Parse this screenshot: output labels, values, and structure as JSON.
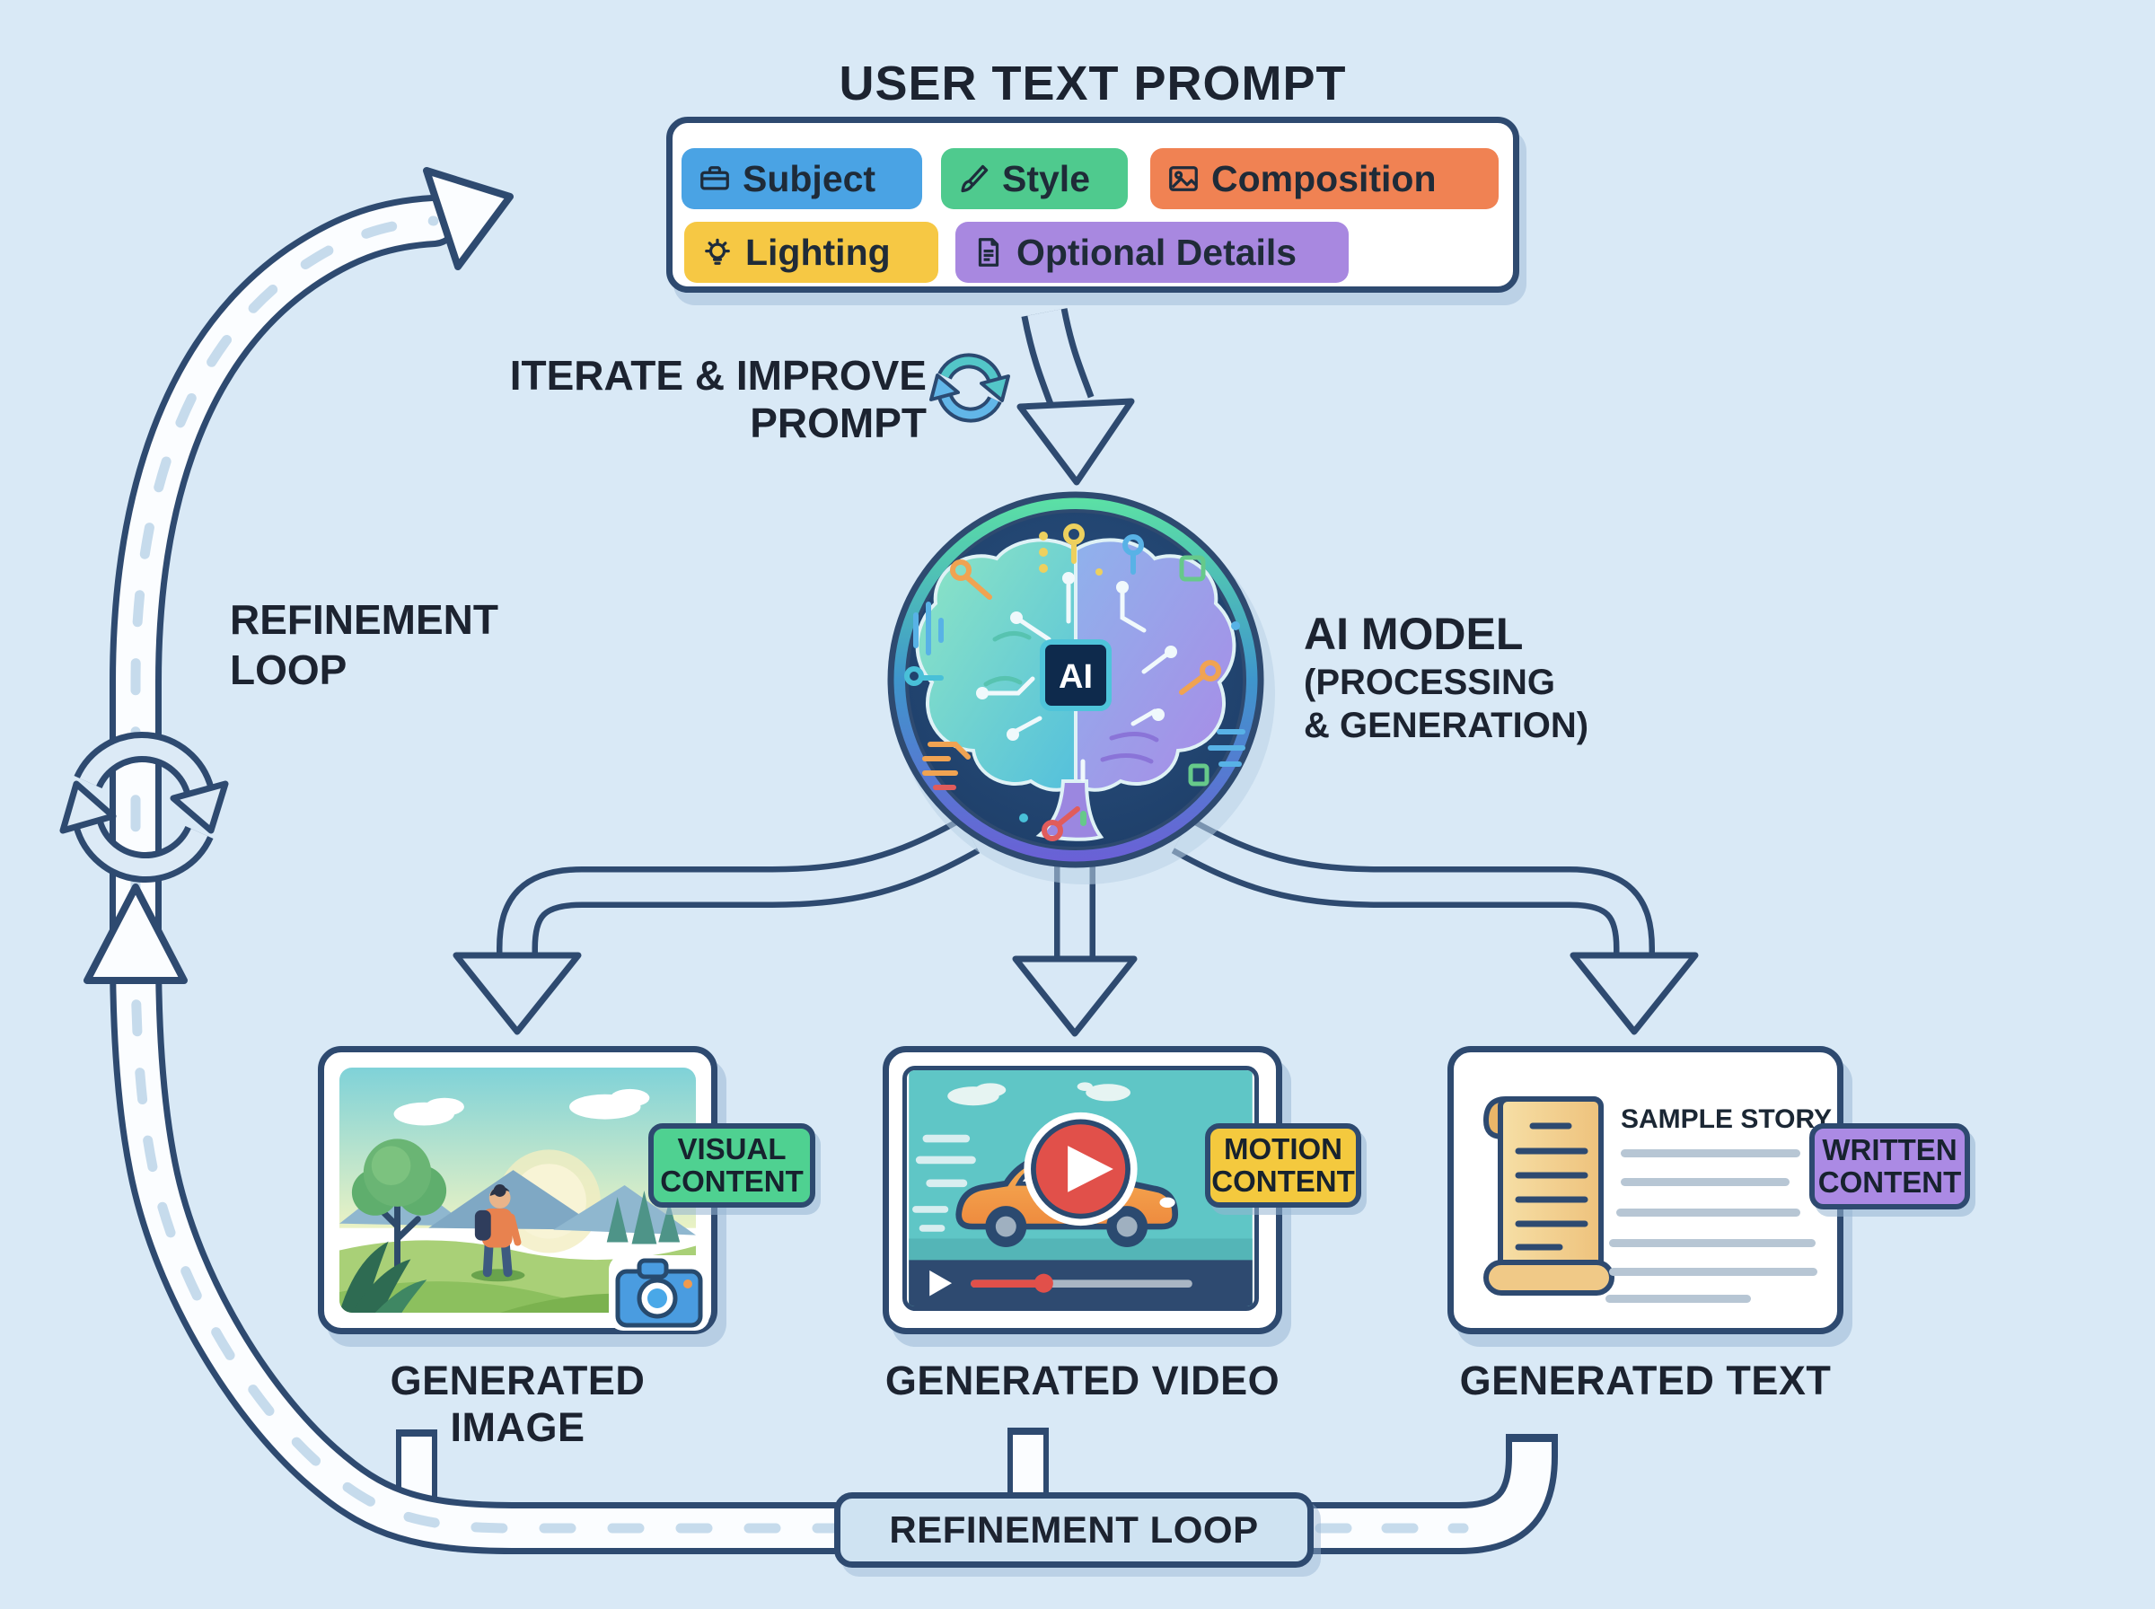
{
  "header": {
    "title": "USER TEXT PROMPT"
  },
  "prompt_box": {
    "tags": [
      {
        "label": "Subject",
        "icon": "briefcase-icon",
        "color": "#4aa3e4"
      },
      {
        "label": "Style",
        "icon": "paintbrush-icon",
        "color": "#4fca8e"
      },
      {
        "label": "Composition",
        "icon": "image-icon",
        "color": "#f08253"
      },
      {
        "label": "Lighting",
        "icon": "lightbulb-icon",
        "color": "#f6c844"
      },
      {
        "label": "Optional Details",
        "icon": "document-icon",
        "color": "#a888e0"
      }
    ]
  },
  "iterate": {
    "line1": "ITERATE & IMPROVE",
    "line2": "PROMPT"
  },
  "refinement_left": {
    "line1": "REFINEMENT",
    "line2": "LOOP"
  },
  "ai": {
    "chip": "AI",
    "line1": "AI MODEL",
    "line2": "(PROCESSING",
    "line3": "& GENERATION)"
  },
  "outputs": [
    {
      "label": "GENERATED IMAGE",
      "badge_line1": "VISUAL",
      "badge_line2": "CONTENT",
      "badge_color": "#4fd191"
    },
    {
      "label": "GENERATED VIDEO",
      "badge_line1": "MOTION",
      "badge_line2": "CONTENT",
      "badge_color": "#f4c93e"
    },
    {
      "label": "GENERATED TEXT",
      "badge_line1": "WRITTEN",
      "badge_line2": "CONTENT",
      "badge_color": "#ab8ae4",
      "doc_title": "SAMPLE STORY"
    }
  ],
  "refinement_loop_box": {
    "label": "REFINEMENT LOOP"
  },
  "colors": {
    "background": "#d9e9f6",
    "outline_navy": "#2e4a70",
    "pipe_white": "#fbfdff",
    "pipe_dash": "#c6dbec",
    "arrow_fill": "#d8e8f6",
    "badge_visual": "#4fd191",
    "badge_motion": "#f4c93e",
    "badge_written": "#ab8ae4",
    "ring_top": "#5ce2a4",
    "ring_bottom": "#6b5fd6",
    "circle_inner": "#1d3a63",
    "loop_box_fill": "#cfe3f2"
  }
}
